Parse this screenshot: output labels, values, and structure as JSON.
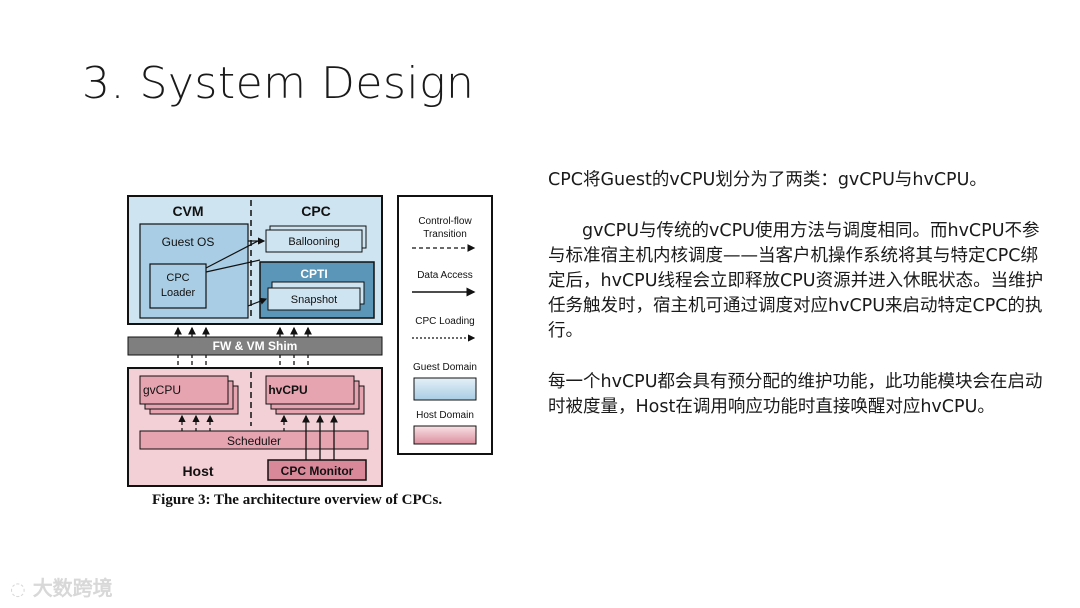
{
  "slide": {
    "title": "3. System Design"
  },
  "figure": {
    "cvm_label": "CVM",
    "cpc_label": "CPC",
    "guest_os": "Guest OS",
    "cpc_loader_line1": "CPC",
    "cpc_loader_line2": "Loader",
    "ballooning": "Ballooning",
    "cpti": "CPTI",
    "snapshot": "Snapshot",
    "shim": "FW & VM Shim",
    "gvcpu": "gvCPU",
    "hvcpu": "hvCPU",
    "scheduler": "Scheduler",
    "host": "Host",
    "cpc_monitor": "CPC Monitor",
    "legend": {
      "control_flow_line1": "Control-flow",
      "control_flow_line2": "Transition",
      "data_access": "Data Access",
      "cpc_loading": "CPC Loading",
      "guest_domain": "Guest Domain",
      "host_domain": "Host Domain"
    },
    "caption": "Figure 3: The architecture overview of CPCs."
  },
  "body": {
    "p1": "CPC将Guest的vCPU划分为了两类：gvCPU与hvCPU。",
    "p2": "gvCPU与传统的vCPU使用方法与调度相同。而hvCPU不参与标准宿主机内核调度——当客户机操作系统将其与特定CPC绑定后，hvCPU线程会立即释放CPU资源并进入休眠状态。当维护任务触发时，宿主机可通过调度对应hvCPU来启动特定CPC的执行。",
    "p3": "每一个hvCPU都会具有预分配的维护功能，此功能模块会在启动时被度量，Host在调用响应功能时直接唤醒对应hvCPU。"
  },
  "watermark": "大数跨境",
  "colors": {
    "guest_domain": "#cfe4f1",
    "host_domain": "#f3d0d6",
    "cpti": "#5b95b8",
    "shim": "#7f7f7f",
    "pink_box": "#e6a3b0",
    "blue_box": "#a9cde4"
  }
}
